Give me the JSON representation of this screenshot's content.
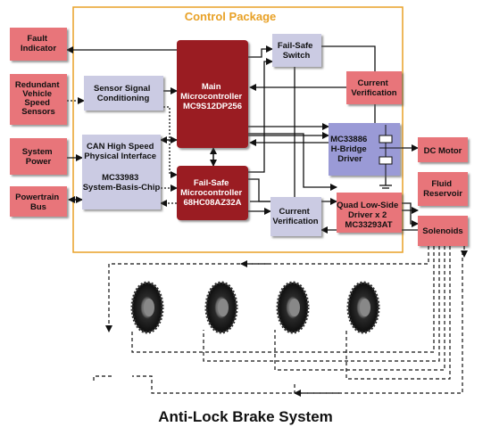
{
  "title": "Control Package",
  "caption": "Anti-Lock Brake System",
  "blocks": {
    "fault_indicator": [
      "Fault",
      "Indicator"
    ],
    "redundant_sensors": [
      "Redundant",
      "Vehicle",
      "Speed",
      "Sensors"
    ],
    "system_power": [
      "System",
      "Power"
    ],
    "powertrain_bus": [
      "Powertrain",
      "Bus"
    ],
    "sensor_signal": [
      "Sensor Signal",
      "Conditioning"
    ],
    "can_interface": [
      "CAN High Speed",
      "Physical Interface"
    ],
    "sbc": [
      "MC33983",
      "System-Basis-Chip"
    ],
    "main_mcu": [
      "Main",
      "Microcontroller",
      "MC9S12DP256"
    ],
    "failsafe_mcu": [
      "Fail-Safe",
      "Microcontroller",
      "68HC08AZ32A"
    ],
    "failsafe_switch": [
      "Fail-Safe",
      "Switch"
    ],
    "current_verification_top": [
      "Current",
      "Verification"
    ],
    "current_verification_bottom": [
      "Current",
      "Verification"
    ],
    "hbridge": [
      "MC33886",
      "H-Bridge",
      "Driver"
    ],
    "quad_driver": [
      "Quad Low-Side",
      "Driver x 2",
      "MC33293AT"
    ],
    "dc_motor": [
      "DC Motor"
    ],
    "fluid_reservoir": [
      "Fluid",
      "Reservoir"
    ],
    "solenoids": [
      "Solenoids"
    ]
  },
  "colors": {
    "red_block": "#e8757a",
    "lavender_block": "#cbcbe3",
    "mcu_dark": "#9a1c22",
    "package_border": "#e8a126",
    "title_color": "#e8a126"
  }
}
